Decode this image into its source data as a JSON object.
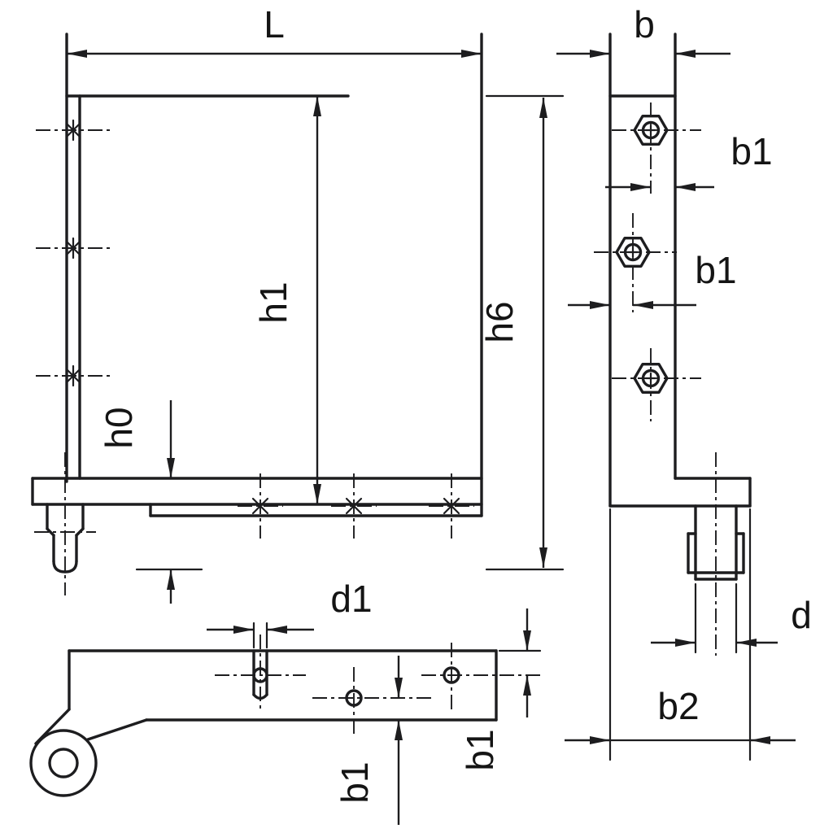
{
  "drawing": {
    "background_color": "#ffffff",
    "stroke_color": "#1d1d1f",
    "labels": {
      "L": "L",
      "h1": "h1",
      "h6": "h6",
      "h0": "h0",
      "b": "b",
      "b1_side_upper": "b1",
      "b1_side_lower": "b1",
      "d": "d",
      "b2": "b2",
      "d1": "d1",
      "b1_plan_left": "b1",
      "b1_plan_right": "b1"
    }
  }
}
